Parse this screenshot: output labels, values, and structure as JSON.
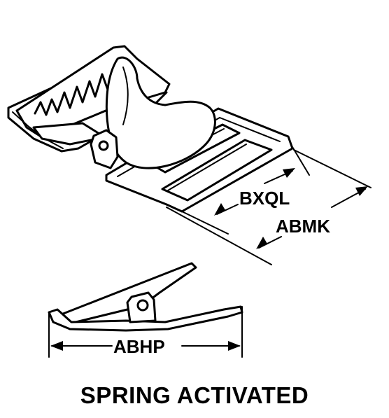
{
  "dimensions": {
    "bxql": "BXQL",
    "abmk": "ABMK",
    "abhp": "ABHP"
  },
  "caption": "SPRING ACTIVATED",
  "colors": {
    "ink": "#000000",
    "background": "#ffffff"
  }
}
